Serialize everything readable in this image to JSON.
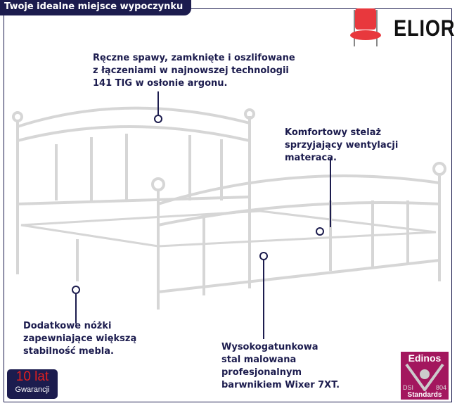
{
  "header": {
    "title": "Twoje idealne miejsce wypoczynku"
  },
  "brand": {
    "name": "ELIOR",
    "icon": "red-chair-icon"
  },
  "callouts": {
    "weld": [
      "Ręczne spawy, zamknięte i oszlifowane",
      "z łączeniami w najnowszej technologii",
      "141 TIG w osłonie argonu."
    ],
    "frame": [
      "Komfortowy stelaż",
      "sprzyjający wentylacji",
      "materaca."
    ],
    "legs": [
      "Dodatkowe nóżki",
      "zapewniające większą",
      "stabilność mebla."
    ],
    "steel": [
      "Wysokogatunkowa",
      "stal malowana",
      "profesjonalnym",
      "barwnikiem Wixer 7XT."
    ]
  },
  "warranty": {
    "years": "10 lat",
    "label": "Gwarancji"
  },
  "badge": {
    "title": "Edinos",
    "left": "DSI",
    "right": "804",
    "bottom": "Standards"
  },
  "colors": {
    "navy": "#1c1c4e",
    "red": "#e02020",
    "magenta": "#a3175e"
  }
}
